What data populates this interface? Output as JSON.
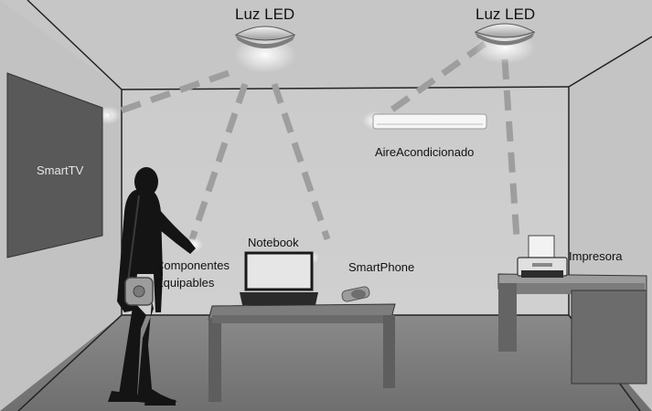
{
  "labels": {
    "light_left": "Luz LED",
    "light_right": "Luz LED",
    "smart_tv": "SmartTV",
    "air_conditioner": "AireAcondicionado",
    "notebook": "Notebook",
    "smartphone": "SmartPhone",
    "wearables_line1": "Componentes",
    "wearables_line2": "Equipables",
    "printer": "Impresora"
  }
}
